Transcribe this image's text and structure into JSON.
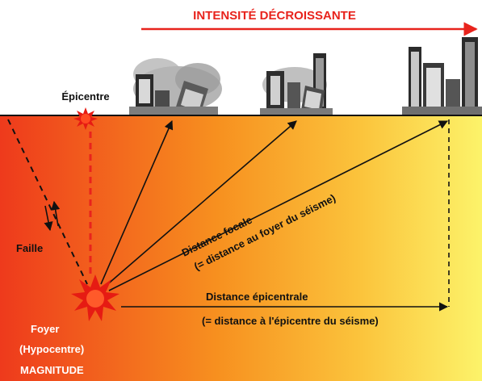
{
  "title": "INTENSITÉ DÉCROISSANTE",
  "labels": {
    "epicentre": "Épicentre",
    "faille": "Faille",
    "foyer": "Foyer",
    "hypocentre": "(Hypocentre)",
    "magnitude": "MAGNITUDE",
    "distance_focale": "Distance focale",
    "distance_focale_def": "(= distance au foyer du séisme)",
    "distance_epicentrale": "Distance épicentrale",
    "distance_epicentrale_def": "(= distance à l'épicentre du séisme)"
  },
  "colors": {
    "title": "#e8231c",
    "ground_left": "#ee3a1c",
    "ground_mid": "#f99a22",
    "ground_right": "#fbf160",
    "epicentre": "#e61b13",
    "dashed_line": "#e8231c",
    "arrow": "#111111"
  }
}
